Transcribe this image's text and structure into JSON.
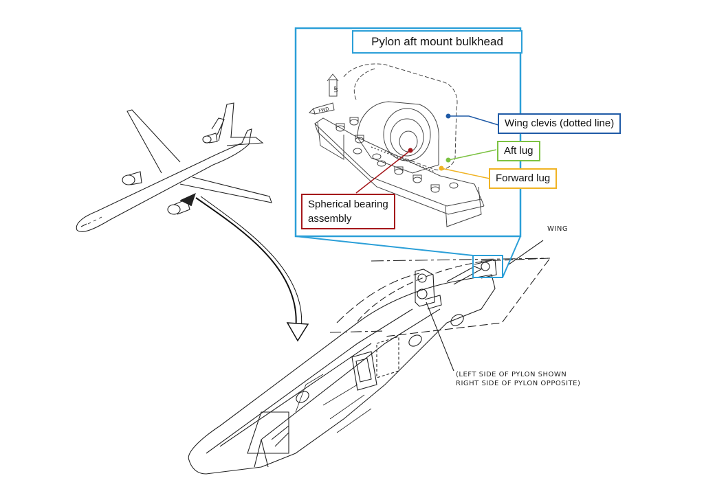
{
  "inset": {
    "title": "Pylon aft mount bulkhead",
    "border_color": "#2b9fd8",
    "up_marker": "UP",
    "fwd_marker": "FWD"
  },
  "callouts": [
    {
      "id": "wing-clevis",
      "text": "Wing clevis (dotted line)",
      "color": "#1f5aa6"
    },
    {
      "id": "aft-lug",
      "text": "Aft lug",
      "color": "#7cc242"
    },
    {
      "id": "forward-lug",
      "text": "Forward lug",
      "color": "#f0b323"
    },
    {
      "id": "spherical-bearing",
      "text": "Spherical bearing\nassembly",
      "color": "#a4161a"
    }
  ],
  "labels": {
    "wing": "WING",
    "pylon_note_line1": "(LEFT SIDE OF PYLON SHOWN",
    "pylon_note_line2": "RIGHT SIDE OF PYLON OPPOSITE)"
  }
}
